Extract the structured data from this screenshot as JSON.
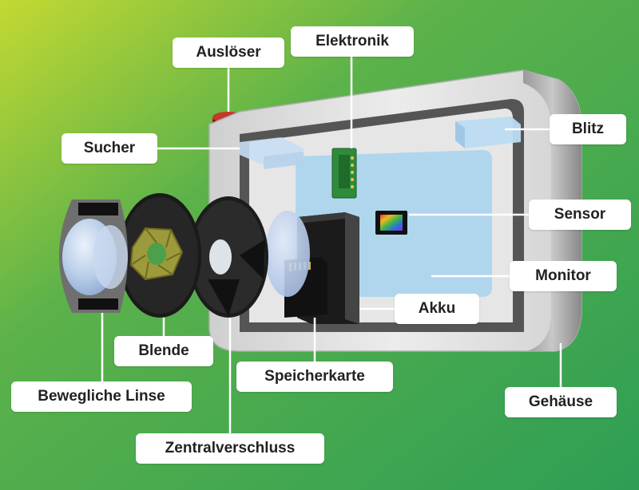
{
  "labels": {
    "ausloeser": "Auslöser",
    "elektronik": "Elektronik",
    "sucher": "Sucher",
    "blitz": "Blitz",
    "sensor": "Sensor",
    "monitor": "Monitor",
    "akku": "Akku",
    "blende": "Blende",
    "speicherkarte": "Speicherkarte",
    "bewegliche_linse": "Bewegliche Linse",
    "gehaeuse": "Gehäuse",
    "zentralverschluss": "Zentralverschluss"
  },
  "colors": {
    "background_start": "#c3d932",
    "background_end": "#2e9e55",
    "label_bg": "#ffffff",
    "label_text": "#222222",
    "leader_line": "#ffffff",
    "housing": "#dcdcdc",
    "housing_shadow": "#8a8a8a",
    "monitor": "#aad4ee",
    "circuit_board": "#2e8b3a",
    "diaphragm_blades": "#9c9a3a",
    "shutter_button": "#b32b1f"
  }
}
